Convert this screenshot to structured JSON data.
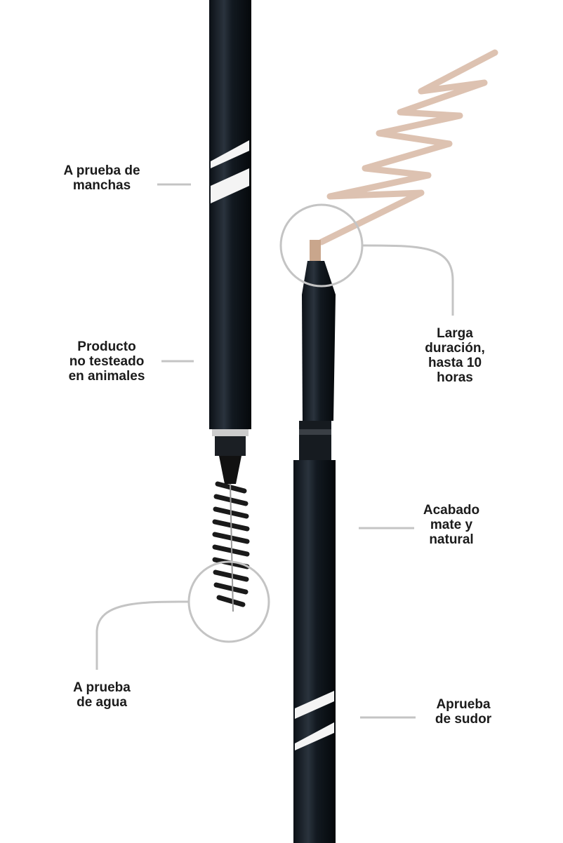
{
  "features": {
    "smudge_proof": "A prueba de\nmanchas",
    "cruelty_free": "Producto\nno testeado\nen animales",
    "long_lasting": "Larga\nduración,\nhasta 10\nhoras",
    "matte_finish": "Acabado\nmate y\nnatural",
    "waterproof": "A prueba\nde agua",
    "sweat_proof": "Aprueba\nde sudor"
  },
  "colors": {
    "pencil_body": "#131a22",
    "swatch": "#d9bba8",
    "callout": "#c4c4c4",
    "text": "#1b1b1b"
  }
}
